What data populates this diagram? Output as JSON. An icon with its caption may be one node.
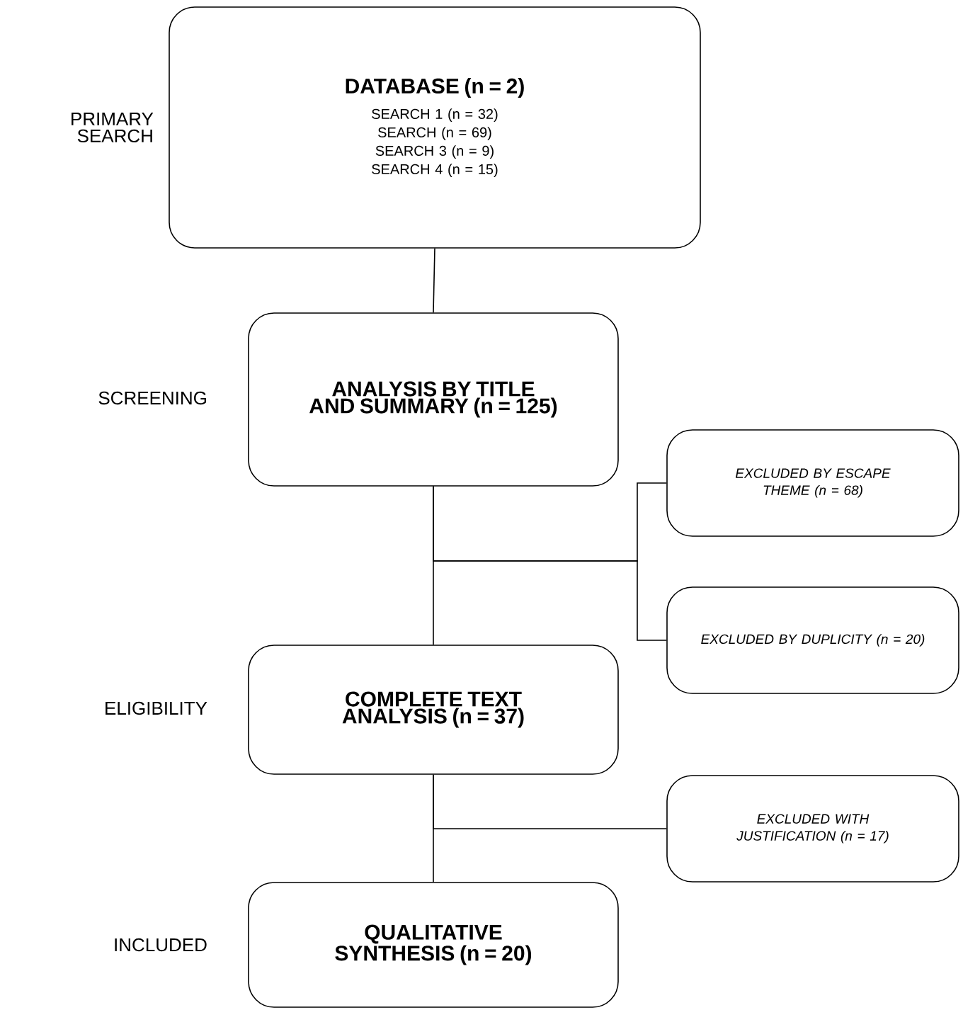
{
  "diagram": {
    "nodes": [
      {
        "text": [
          "DATABASE (n = 2)",
          "SEARCH 1 (n = 32)",
          "SEARCH (n = 69)",
          "SEARCH 3 (n = 9)",
          "SEARCH 4 (n = 15)"
        ]
      },
      {
        "text": [
          "ANALYSIS BY TITLE AND SUMMARY (n = 125)"
        ]
      },
      {
        "text": [
          "EXCLUDED BY ESCAPE THEME (n = 68)"
        ]
      },
      {
        "text": [
          "EXCLUDED BY DUPLICITY (n = 20)"
        ]
      },
      {
        "text": [
          "COMPLETE TEXT ANALYSIS (n = 37)"
        ]
      },
      {
        "text": [
          "EXCLUDED WITH JUSTIFICATION (n = 17)"
        ]
      },
      {
        "text": [
          "QUALITATIVE SYNTHESIS (n = 20)"
        ]
      }
    ],
    "edges": [
      {
        "from": 0,
        "to": 1,
        "arrow": "none"
      },
      {
        "from": 1,
        "to": 4,
        "arrow": "none"
      },
      {
        "from": 1,
        "to": 2,
        "arrow": "none"
      },
      {
        "from": 1,
        "to": 3,
        "arrow": "none"
      },
      {
        "from": 4,
        "to": 6,
        "arrow": "none"
      },
      {
        "from": 4,
        "to": 5,
        "arrow": "none"
      }
    ],
    "labels": [
      "PRIMARY SEARCH",
      "SCREENING",
      "ELIGIBILITY",
      "INCLUDED"
    ]
  }
}
